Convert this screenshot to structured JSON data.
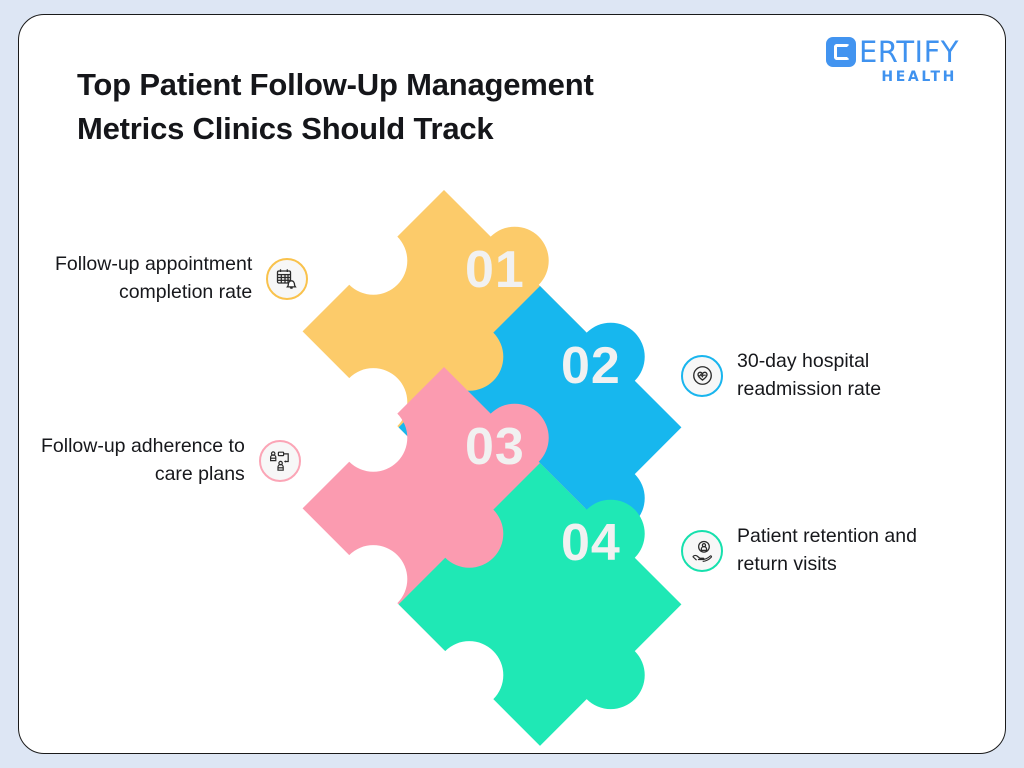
{
  "page": {
    "background_color": "#dde6f4",
    "card_color": "#ffffff",
    "border_color": "#1a1a1a"
  },
  "logo": {
    "mark_icon": "certify-c-mark-icon",
    "word": "ERTIFY",
    "sub": "HEALTH",
    "color": "#3f92ef"
  },
  "header": {
    "title_line1": "Top Patient Follow-Up Management",
    "title_line2": "Metrics Clinics Should Track",
    "title_full": "Top Patient Follow-Up Management Metrics Clinics Should Track"
  },
  "pieces": [
    {
      "number": "01",
      "color": "#fccb6a",
      "name": "puzzle-piece-01"
    },
    {
      "number": "02",
      "color": "#17b7ee",
      "name": "puzzle-piece-02"
    },
    {
      "number": "03",
      "color": "#fb9bb0",
      "name": "puzzle-piece-03"
    },
    {
      "number": "04",
      "color": "#1fe8b5",
      "name": "puzzle-piece-04"
    }
  ],
  "metrics": [
    {
      "index": "01",
      "label": "Follow-up appointment\ncompletion rate",
      "icon": "calendar-bell-icon",
      "ring_color": "#f9c24c",
      "side": "left"
    },
    {
      "index": "02",
      "label": "30-day hospital\nreadmission rate",
      "icon": "heart-pulse-circle-icon",
      "ring_color": "#19b5ee",
      "side": "right"
    },
    {
      "index": "03",
      "label": "Follow-up adherence to\ncare plans",
      "icon": "care-plan-flowchart-icon",
      "ring_color": "#fba5b6",
      "side": "left"
    },
    {
      "index": "04",
      "label": "Patient retention and\nreturn visits",
      "icon": "hand-holding-patient-icon",
      "ring_color": "#16e0ad",
      "side": "right"
    }
  ]
}
